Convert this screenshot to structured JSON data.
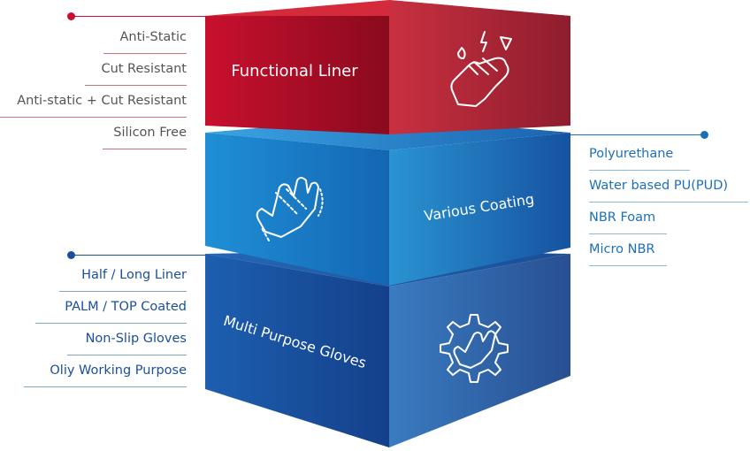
{
  "layers": [
    {
      "id": "functional-liner",
      "title": "Functional Liner",
      "icon": "gloves-static-icon",
      "color": "#c41e3a",
      "items": [
        "Anti-Static",
        "Cut Resistant",
        "Anti-static + Cut Resistant",
        "Silicon Free"
      ]
    },
    {
      "id": "various-coating",
      "title": "Various Coating",
      "icon": "coated-glove-icon",
      "color": "#1e7fc6",
      "items": [
        "Polyurethane",
        "Water based PU(PUD)",
        "NBR Foam",
        "Micro NBR"
      ]
    },
    {
      "id": "multi-purpose-gloves",
      "title": "Multi Purpose Gloves",
      "icon": "gear-glove-icon",
      "color": "#1b55a5",
      "items": [
        "Half / Long Liner",
        "PALM / TOP Coated",
        "Non-Slip Gloves",
        "Oliy Working Purpose"
      ]
    }
  ]
}
